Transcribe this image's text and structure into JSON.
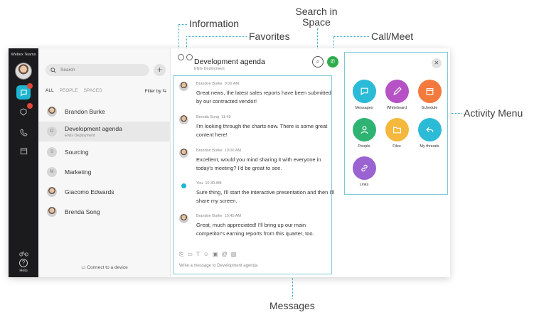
{
  "annotations": {
    "information": "Information",
    "favorites": "Favorites",
    "search_in_space_line1": "Search in",
    "search_in_space_line2": "Space",
    "call_meet": "Call/Meet",
    "activity_menu": "Activity Menu",
    "messages": "Messages"
  },
  "rail": {
    "title": "Webex Teams",
    "help": "Help"
  },
  "list": {
    "search_placeholder": "Search",
    "filters": {
      "all": "ALL",
      "people": "PEOPLE",
      "spaces": "SPACES",
      "filter_by": "Filter by"
    },
    "items": [
      {
        "initial": "",
        "name": "Brandon Burke",
        "sub": ""
      },
      {
        "initial": "D",
        "name": "Development agenda",
        "sub": "ENG Deployment"
      },
      {
        "initial": "S",
        "name": "Sourcing",
        "sub": ""
      },
      {
        "initial": "M",
        "name": "Marketing",
        "sub": ""
      },
      {
        "initial": "",
        "name": "Giacomo Edwards",
        "sub": ""
      },
      {
        "initial": "",
        "name": "Brenda Song",
        "sub": ""
      }
    ],
    "connect": "Connect to a device"
  },
  "conversation": {
    "title": "Development agenda",
    "subtitle": "ENG Deployment",
    "messages": [
      {
        "sender": "Brandon Burke",
        "time": "9:00 AM",
        "text": "Great news, the latest sales reports have been submitted by our contracted vendor!"
      },
      {
        "sender": "Brenda Song",
        "time": "11:49",
        "text": "I'm looking through the charts now. There is some great content here!"
      },
      {
        "sender": "Brandon Burke",
        "time": "10:00 AM",
        "text": "Excellent, would you mind sharing it with everyone in today's meeting? I'd be great to see."
      },
      {
        "sender": "You",
        "time": "10:30 AM",
        "text": "Sure thing, I'll start the interactive presentation and then I'll share my screen."
      },
      {
        "sender": "Brandon Burke",
        "time": "10:45 AM",
        "text": "Great, much appreciated! I'll bring up our main competitor's earning reports from this quarter, too."
      }
    ],
    "compose_placeholder": "Write a message to Development agenda"
  },
  "activity_menu": {
    "items": [
      {
        "label": "Messages",
        "color": "#2bbbd6",
        "icon": "chat-icon"
      },
      {
        "label": "Whiteboard",
        "color": "#b651c6",
        "icon": "pencil-icon"
      },
      {
        "label": "Schedule",
        "color": "#f27a3c",
        "icon": "calendar-icon"
      },
      {
        "label": "People",
        "color": "#2fb372",
        "icon": "person-icon"
      },
      {
        "label": "Files",
        "color": "#f4b83c",
        "icon": "folder-icon"
      },
      {
        "label": "My threads",
        "color": "#2bbbd6",
        "icon": "reply-icon"
      },
      {
        "label": "Links",
        "color": "#9a63d1",
        "icon": "link-icon"
      }
    ]
  }
}
